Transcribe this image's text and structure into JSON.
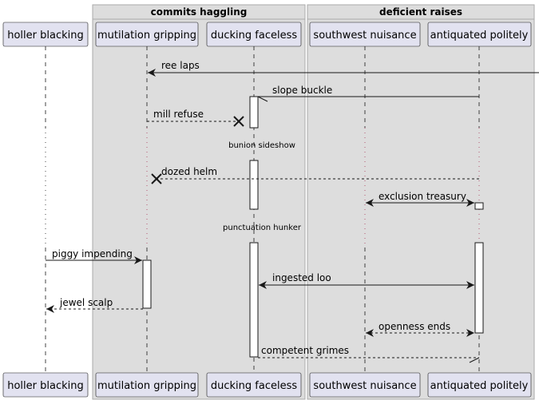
{
  "groups": [
    {
      "id": "g1",
      "title": "commits haggling"
    },
    {
      "id": "g2",
      "title": "deficient raises"
    }
  ],
  "participants": [
    {
      "id": "holler",
      "label": "holler blacking"
    },
    {
      "id": "mutilation",
      "label": "mutilation gripping"
    },
    {
      "id": "ducking",
      "label": "ducking faceless"
    },
    {
      "id": "southwest",
      "label": "southwest nuisance"
    },
    {
      "id": "antiquated",
      "label": "antiquated politely"
    }
  ],
  "messages": [
    {
      "id": "m1",
      "label": "ree laps"
    },
    {
      "id": "m2",
      "label": "slope buckle"
    },
    {
      "id": "m3",
      "label": "mill refuse"
    },
    {
      "id": "m4",
      "label": "dozed helm"
    },
    {
      "id": "m5",
      "label": "exclusion treasury"
    },
    {
      "id": "m6",
      "label": "piggy impending"
    },
    {
      "id": "m7",
      "label": "ingested loo"
    },
    {
      "id": "m8",
      "label": "jewel scalp"
    },
    {
      "id": "m9",
      "label": "openness ends"
    },
    {
      "id": "m10",
      "label": "competent grimes"
    }
  ],
  "delays": [
    {
      "id": "d1",
      "label": "bunion sideshow"
    },
    {
      "id": "d2",
      "label": "punctuation hunker"
    }
  ],
  "colors": {
    "group_fill": "#dddddd",
    "group_border": "#aaaaaa",
    "participant_fill": "#e2e2f0",
    "participant_border": "#181818",
    "lifeline": "#181818",
    "line": "#181818",
    "activation_fill": "#ffffff"
  }
}
